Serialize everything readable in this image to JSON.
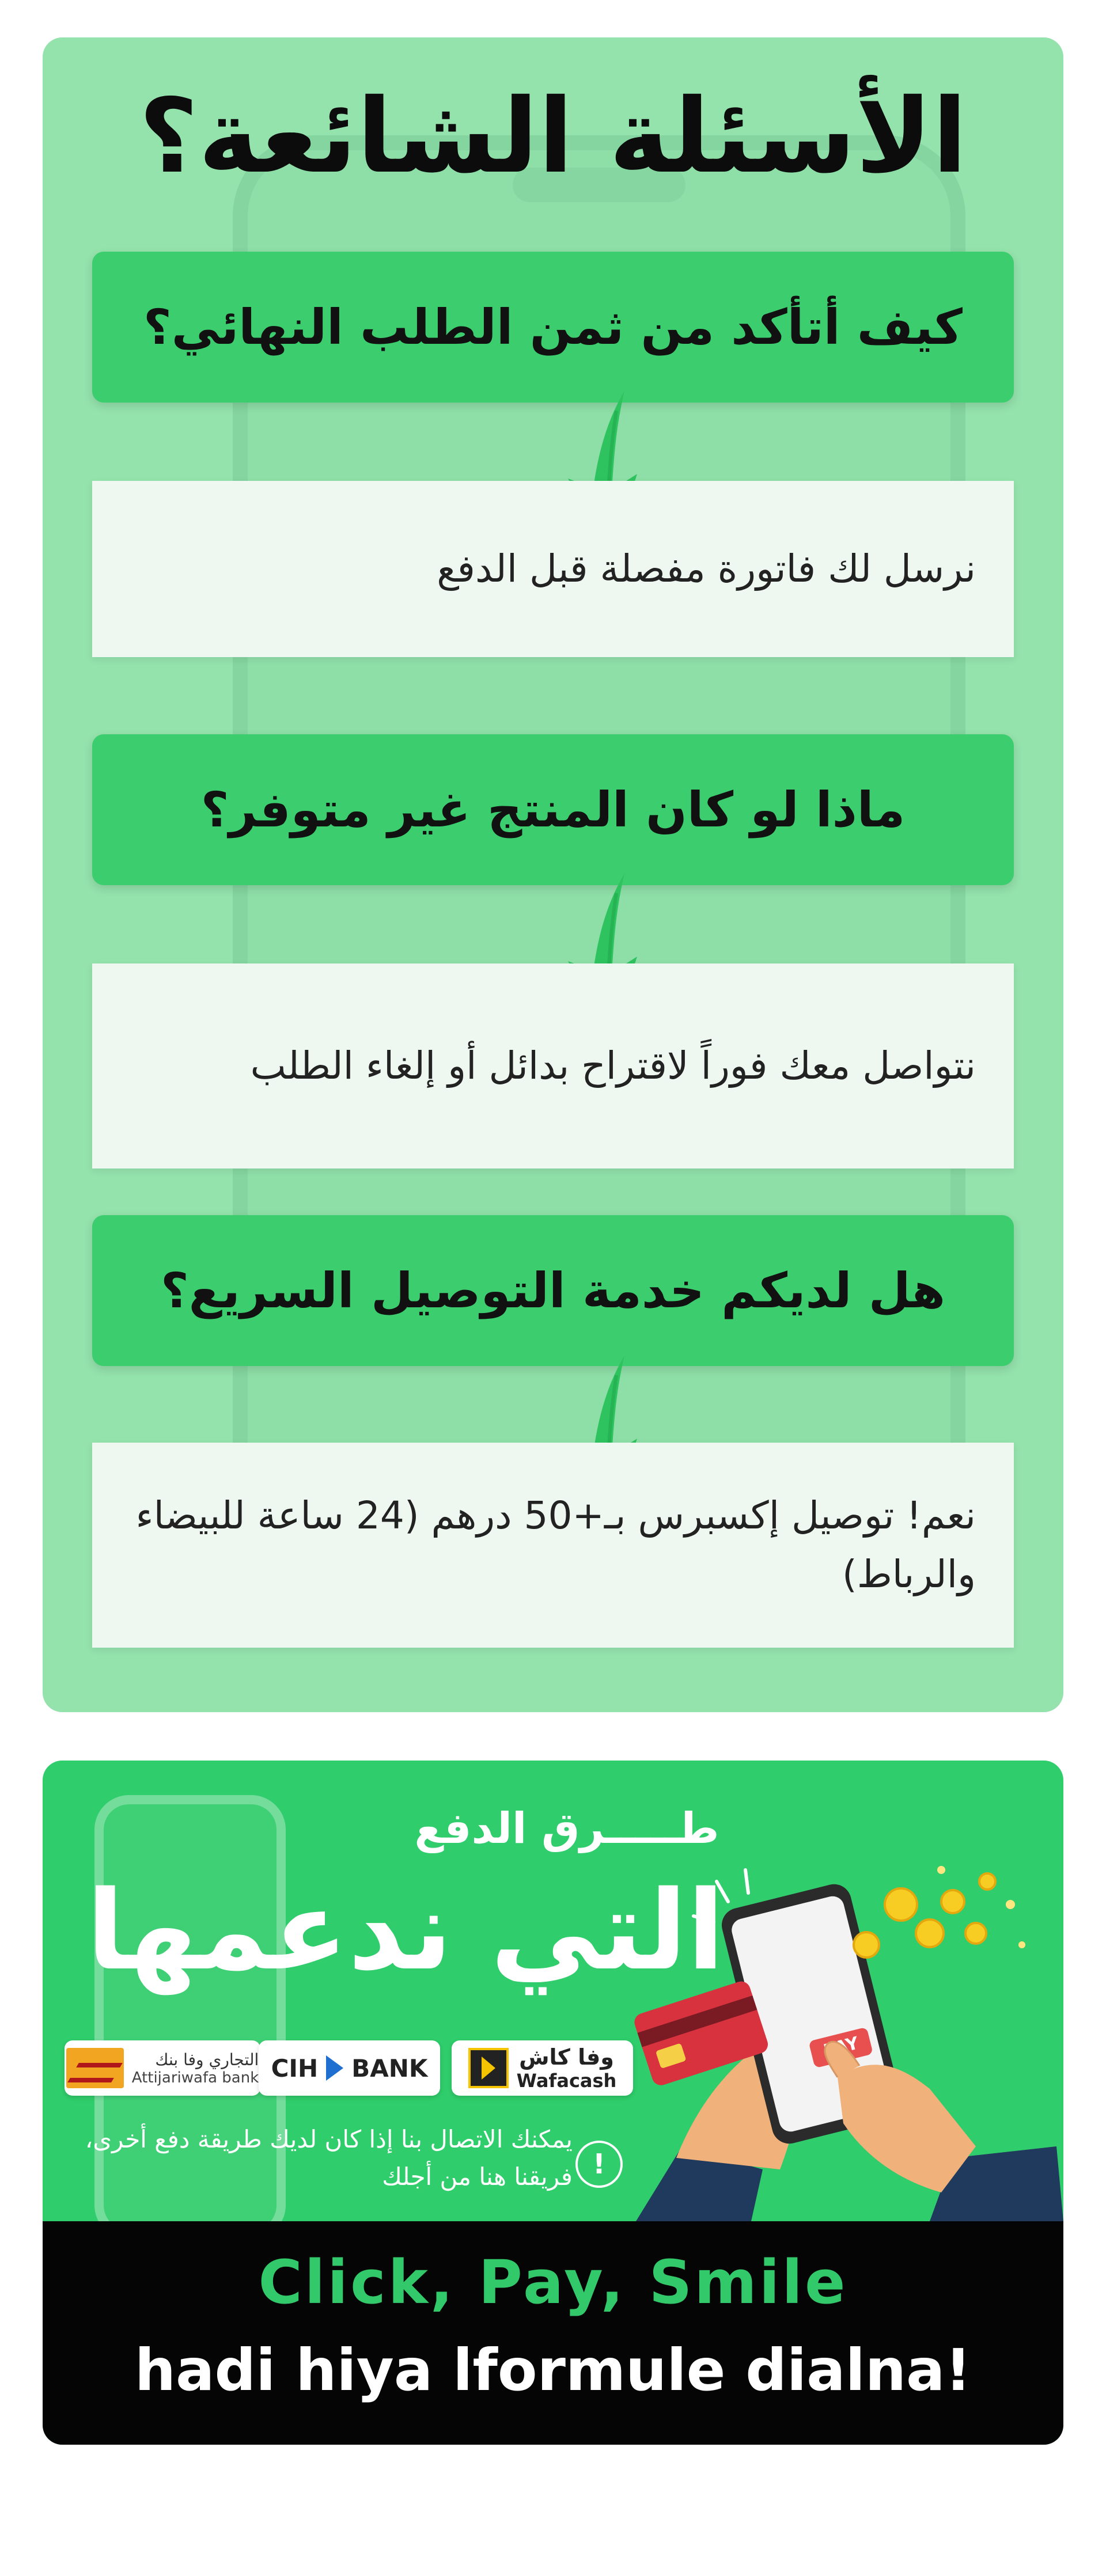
{
  "faq": {
    "title": "الأسئلة الشائعة؟",
    "items": [
      {
        "question": "كيف أتأكد من ثمن الطلب النهائي؟",
        "answer": "نرسل لك فاتورة مفصلة قبل الدفع"
      },
      {
        "question": "ماذا لو كان المنتج غير متوفر؟",
        "answer": "نتواصل معك فوراً لاقتراح بدائل أو إلغاء الطلب"
      },
      {
        "question": "هل لديكم خدمة التوصيل السريع؟",
        "answer": "نعم! توصيل إكسبرس بـ+50 درهم (24 ساعة للبيضاء والرباط)"
      }
    ]
  },
  "payment": {
    "subtitle": "طـــــرق الدفع",
    "headline": "التي ندعمها",
    "logos": {
      "attijari_ar": "التجاري وفا بنك",
      "attijari_lat": "Attijariwafa bank",
      "cih_a": "CIH",
      "cih_b": "BANK",
      "wafa_ar": "وفا كاش",
      "wafa_lat": "Wafacash"
    },
    "note": "يمكنك الاتصال بنا إذا كان لديك طريقة دفع أخرى، فريقنا هنا من أجلك",
    "info_icon": "!",
    "pay_label": "PAY"
  },
  "slogan": {
    "line1": "Click, Pay, Smile",
    "line2": "hadi hiya lformule dialna!"
  },
  "colors": {
    "faq_bg": "#94e2ac",
    "question_bg": "#3ccd6f",
    "answer_bg": "#eef8f1",
    "banner_bg": "#2fcd6b",
    "slogan_green": "#31c96a",
    "black": "#050505"
  },
  "icons": {
    "arrow": "green-brush-arrow-down-icon",
    "info": "exclamation-circle-icon",
    "illustration": "hand-phone-card-payment-illustration"
  }
}
